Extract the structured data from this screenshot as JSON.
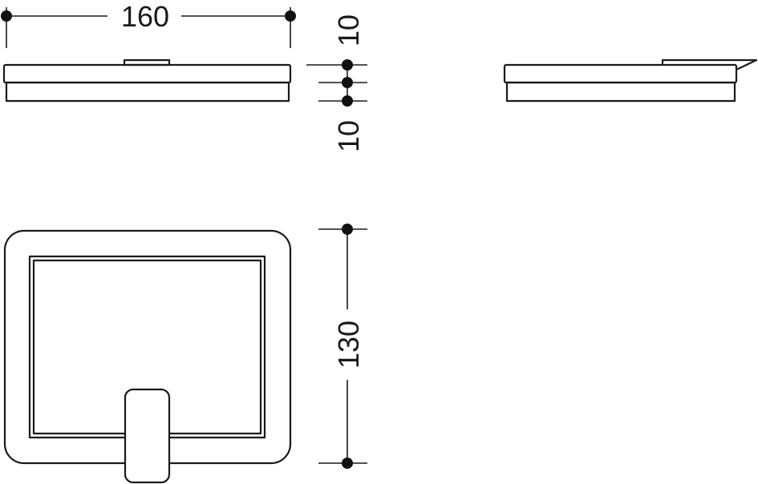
{
  "dimensions": {
    "width_label": "160",
    "top_thickness_label": "10",
    "bottom_thickness_label": "10",
    "depth_label": "130"
  },
  "colors": {
    "line": "#1a1a1a",
    "background": "#ffffff"
  }
}
